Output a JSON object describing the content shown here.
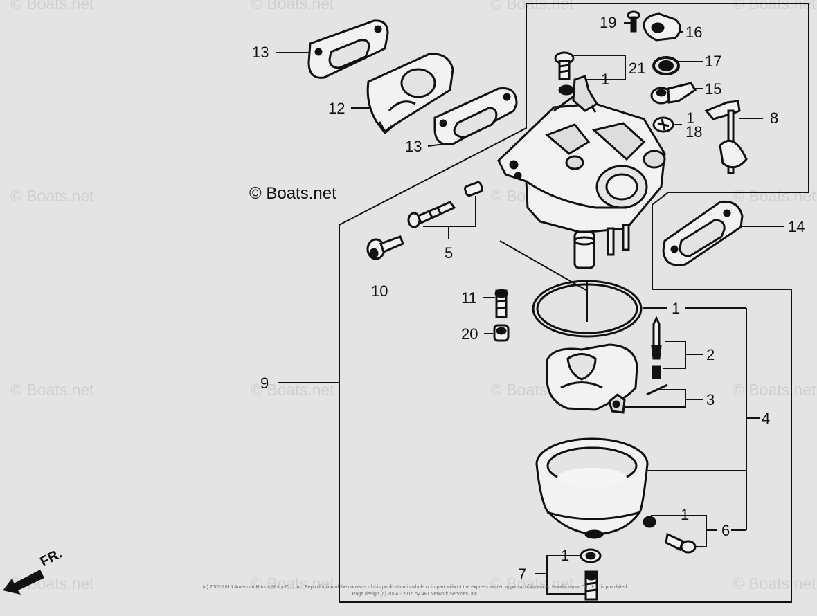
{
  "watermark": "© Boats.net",
  "copyright_label": "© Boats.net",
  "direction_label": "FR.",
  "callouts": [
    "13",
    "12",
    "13",
    "19",
    "16",
    "21",
    "1",
    "17",
    "15",
    "1",
    "18",
    "8",
    "14",
    "5",
    "10",
    "11",
    "20",
    "1",
    "2",
    "3",
    "9",
    "4",
    "1",
    "6",
    "1",
    "7"
  ],
  "footer": {
    "line1": "(c) 2002-2015 American Honda Motor Co., Inc. Reproduction of the contents of this publication in whole or in part without the express written approval of American Honda Motor Co., Inc. is prohibited.",
    "line2": "Page design (c) 2004 - 2015 by ARI Network Services, Inc."
  }
}
